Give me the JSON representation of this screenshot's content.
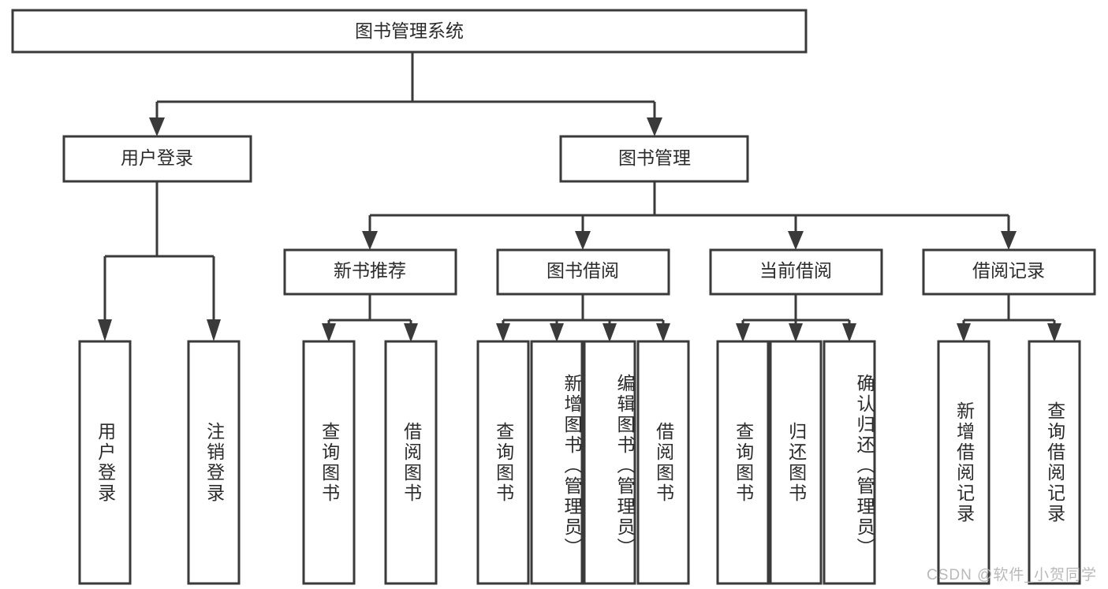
{
  "diagram": {
    "kind": "function-structure-tree",
    "root": {
      "id": "root",
      "label": "图书管理系统"
    },
    "level2": [
      {
        "id": "user-login",
        "label": "用户登录"
      },
      {
        "id": "book-manage",
        "label": "图书管理"
      }
    ],
    "level3": [
      {
        "id": "new-book-recommend",
        "label": "新书推荐",
        "parent": "book-manage"
      },
      {
        "id": "book-borrow",
        "label": "图书借阅",
        "parent": "book-manage"
      },
      {
        "id": "current-borrow",
        "label": "当前借阅",
        "parent": "book-manage"
      },
      {
        "id": "borrow-record",
        "label": "借阅记录",
        "parent": "book-manage"
      }
    ],
    "leaves": {
      "user_login": [
        {
          "id": "leaf-user-login",
          "label": "用户登录"
        },
        {
          "id": "leaf-logout-login",
          "label": "注销登录"
        }
      ],
      "new_book_recommend": [
        {
          "id": "leaf-query-book-1",
          "label": "查询图书"
        },
        {
          "id": "leaf-borrow-book-1",
          "label": "借阅图书"
        }
      ],
      "book_borrow": [
        {
          "id": "leaf-query-book-2",
          "label": "查询图书"
        },
        {
          "id": "leaf-add-book",
          "label": "新增图书（管理员）"
        },
        {
          "id": "leaf-edit-book",
          "label": "编辑图书（管理员）"
        },
        {
          "id": "leaf-borrow-book-2",
          "label": "借阅图书"
        }
      ],
      "current_borrow": [
        {
          "id": "leaf-query-book-3",
          "label": "查询图书"
        },
        {
          "id": "leaf-return-book",
          "label": "归还图书"
        },
        {
          "id": "leaf-confirm-return",
          "label": "确认归还（管理员）"
        }
      ],
      "borrow_record": [
        {
          "id": "leaf-add-record",
          "label": "新增借阅记录"
        },
        {
          "id": "leaf-query-record",
          "label": "查询借阅记录"
        }
      ]
    }
  },
  "watermark": {
    "text": "CSDN @软件_小贺同学"
  },
  "colors": {
    "stroke": "#3a3a3a",
    "box_fill": "#ffffff",
    "text": "#2b2b2b",
    "watermark": "#b9b9b9",
    "background": "#ffffff"
  }
}
